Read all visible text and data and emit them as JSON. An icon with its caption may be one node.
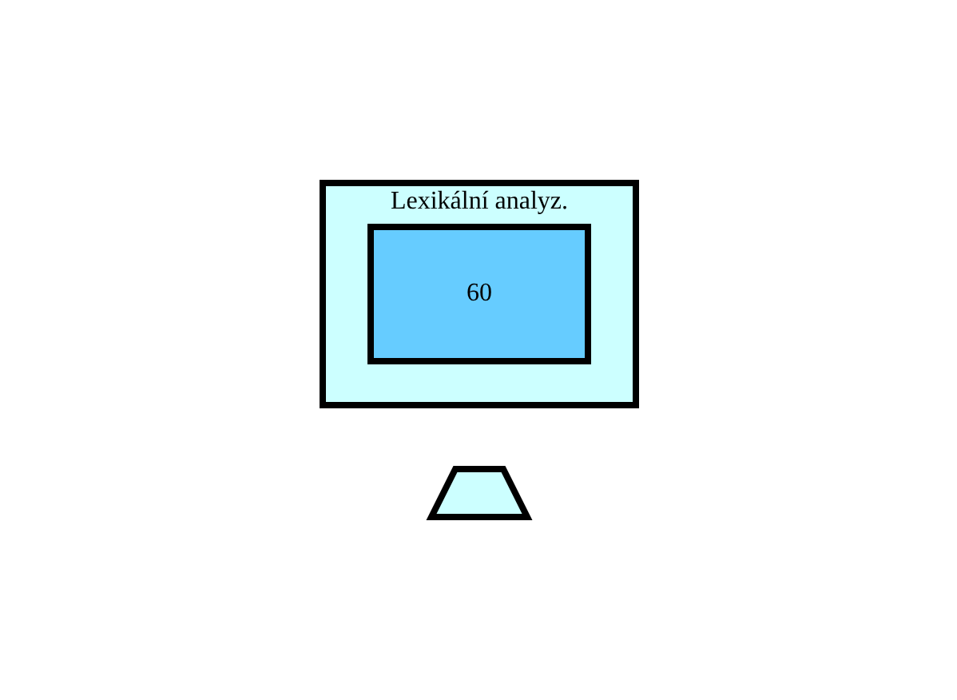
{
  "diagram": {
    "nodes": [
      {
        "text": [
          "Lexikální analyz."
        ]
      },
      {
        "text": [
          "60"
        ],
        "in": 0
      },
      {
        "text": [],
        "shape": "box"
      }
    ],
    "edges": []
  }
}
